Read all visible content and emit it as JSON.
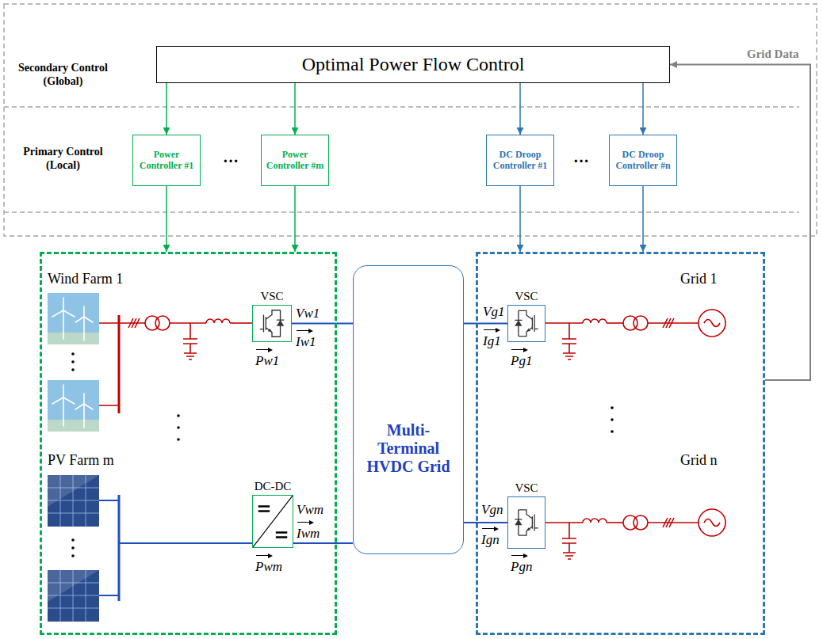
{
  "diagram": {
    "nodes": [
      {
        "text": [
          "Optimal Power Flow Control"
        ]
      },
      {
        "text": [
          "Power Controller #1"
        ]
      },
      {
        "text": [
          "Power Controller #m"
        ]
      },
      {
        "text": [
          "DC Droop Controller #1"
        ]
      },
      {
        "text": [
          "DC Droop Controller #n"
        ]
      },
      {
        "text": [
          "Wind Farm 1",
          "PV Farm m"
        ]
      },
      {
        "text": [
          "VSC"
        ],
        "in": 5
      },
      {
        "text": [
          "DC-DC"
        ],
        "in": 5
      },
      {
        "text": [
          "Multi-Terminal HVDC Grid"
        ]
      },
      {
        "text": [
          "Grid 1",
          "Grid n"
        ]
      },
      {
        "text": [
          "VSC"
        ],
        "in": 9
      },
      {
        "text": [
          "VSC"
        ],
        "in": 9
      }
    ],
    "edges": [
      {
        "from": 0,
        "to": 1,
        "arrow": "to"
      },
      {
        "from": 0,
        "to": 2,
        "arrow": "to"
      },
      {
        "from": 0,
        "to": 3,
        "arrow": "to"
      },
      {
        "from": 0,
        "to": 4,
        "arrow": "to"
      },
      {
        "from": 1,
        "to": 5,
        "arrow": "to"
      },
      {
        "from": 2,
        "to": 5,
        "arrow": "to"
      },
      {
        "from": 3,
        "to": 9,
        "arrow": "to"
      },
      {
        "from": 4,
        "to": 9,
        "arrow": "to"
      },
      {
        "from": 9,
        "to": 0,
        "label": "Grid Data",
        "arrow": "to"
      },
      {
        "from": 6,
        "to": 8,
        "arrow": "none"
      },
      {
        "from": 7,
        "to": 8,
        "arrow": "none"
      },
      {
        "from": 8,
        "to": 10,
        "arrow": "none"
      },
      {
        "from": 8,
        "to": 11,
        "arrow": "none"
      }
    ],
    "labels": [
      "Secondary Control (Global)",
      "Primary Control (Local)",
      "···",
      "···",
      "Vw1",
      "Iw1",
      "Pw1",
      "Vwm",
      "Iwm",
      "Pwm",
      "Vg1",
      "Ig1",
      "Pg1",
      "Vgn",
      "Ign",
      "Pgn"
    ]
  }
}
